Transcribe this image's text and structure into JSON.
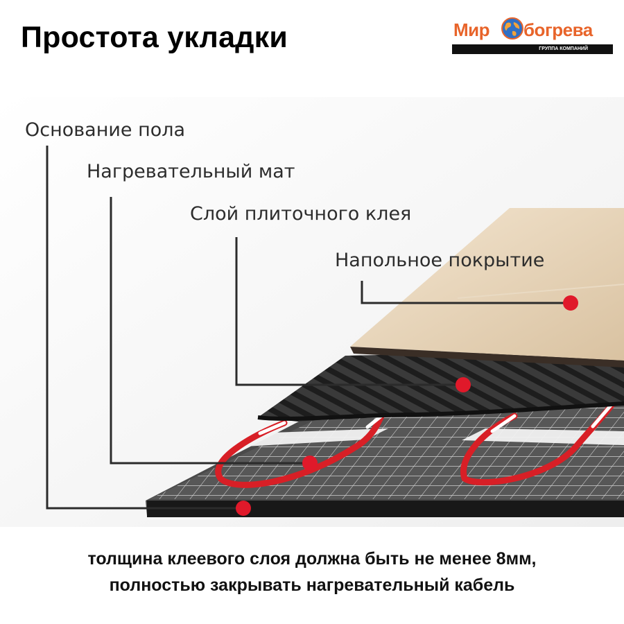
{
  "header": {
    "title": "Простота укладки"
  },
  "logo": {
    "word_left": "Мир",
    "word_right": "богрева",
    "tagline": "ГРУППА КОМПАНИЙ",
    "brand_color": "#e8642a"
  },
  "diagram": {
    "labels": [
      {
        "id": "base",
        "text": "Основание пола"
      },
      {
        "id": "mat",
        "text": "Нагревательный мат"
      },
      {
        "id": "glue",
        "text": "Слой плиточного клея"
      },
      {
        "id": "cover",
        "text": "Напольное покрытие"
      }
    ],
    "marker_color": "#e0192a",
    "cable_color": "#d81f26"
  },
  "caption": {
    "line1": "толщина клеевого слоя должна быть не менее 8мм,",
    "line2": "полностью закрывать нагревательный кабель"
  }
}
